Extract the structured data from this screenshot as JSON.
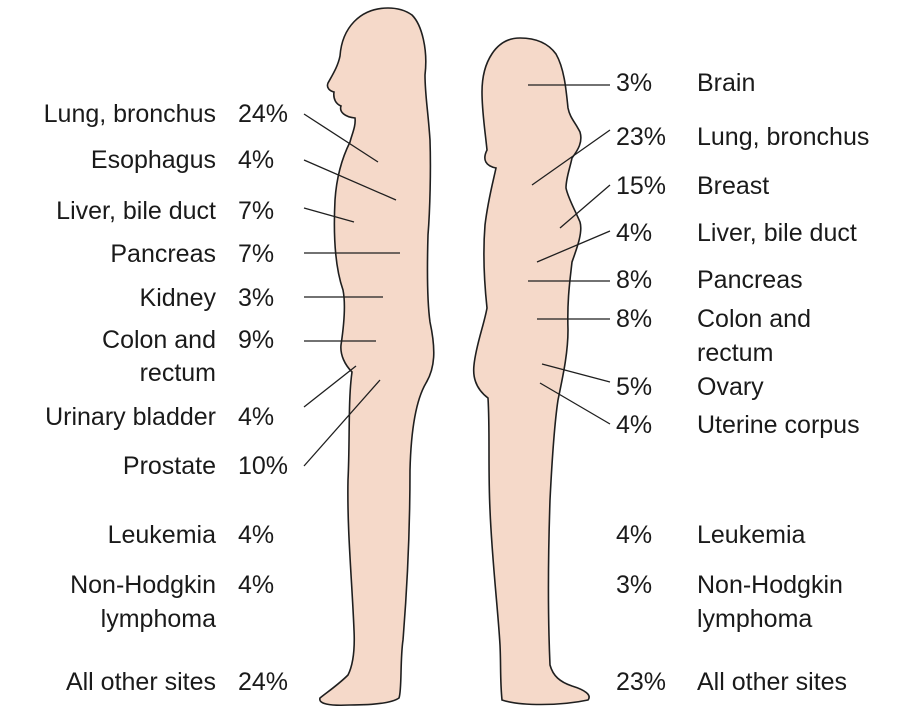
{
  "colors": {
    "body_fill": "#f5d9c9",
    "body_stroke": "#1f1f1f",
    "text": "#1a1a1a",
    "leader_line": "#1f1f1f"
  },
  "male": {
    "rows": [
      {
        "site": "Lung, bronchus",
        "pct": "24%"
      },
      {
        "site": "Esophagus",
        "pct": "4%"
      },
      {
        "site": "Liver, bile duct",
        "pct": "7%"
      },
      {
        "site": "Pancreas",
        "pct": "7%"
      },
      {
        "site": "Kidney",
        "pct": "3%"
      },
      {
        "site": "Colon and rectum",
        "site_line1": "Colon and",
        "site_line2": "rectum",
        "pct": "9%"
      },
      {
        "site": "Urinary bladder",
        "pct": "4%"
      },
      {
        "site": "Prostate",
        "pct": "10%"
      },
      {
        "site": "Leukemia",
        "pct": "4%"
      },
      {
        "site": "Non-Hodgkin lymphoma",
        "site_line1": "Non-Hodgkin",
        "site_line2": "lymphoma",
        "pct": "4%"
      },
      {
        "site": "All other sites",
        "pct": "24%"
      }
    ]
  },
  "female": {
    "rows": [
      {
        "site": "Brain",
        "pct": "3%"
      },
      {
        "site": "Lung, bronchus",
        "pct": "23%"
      },
      {
        "site": "Breast",
        "pct": "15%"
      },
      {
        "site": "Liver, bile duct",
        "pct": "4%"
      },
      {
        "site": "Pancreas",
        "pct": "8%"
      },
      {
        "site": "Colon and rectum",
        "site_line1": "Colon and",
        "site_line2": "rectum",
        "pct": "8%"
      },
      {
        "site": "Ovary",
        "pct": "5%"
      },
      {
        "site": "Uterine corpus",
        "pct": "4%"
      },
      {
        "site": "Leukemia",
        "pct": "4%"
      },
      {
        "site": "Non-Hodgkin lymphoma",
        "site_line1": "Non-Hodgkin",
        "site_line2": "lymphoma",
        "pct": "3%"
      },
      {
        "site": "All other sites",
        "pct": "23%"
      }
    ]
  }
}
